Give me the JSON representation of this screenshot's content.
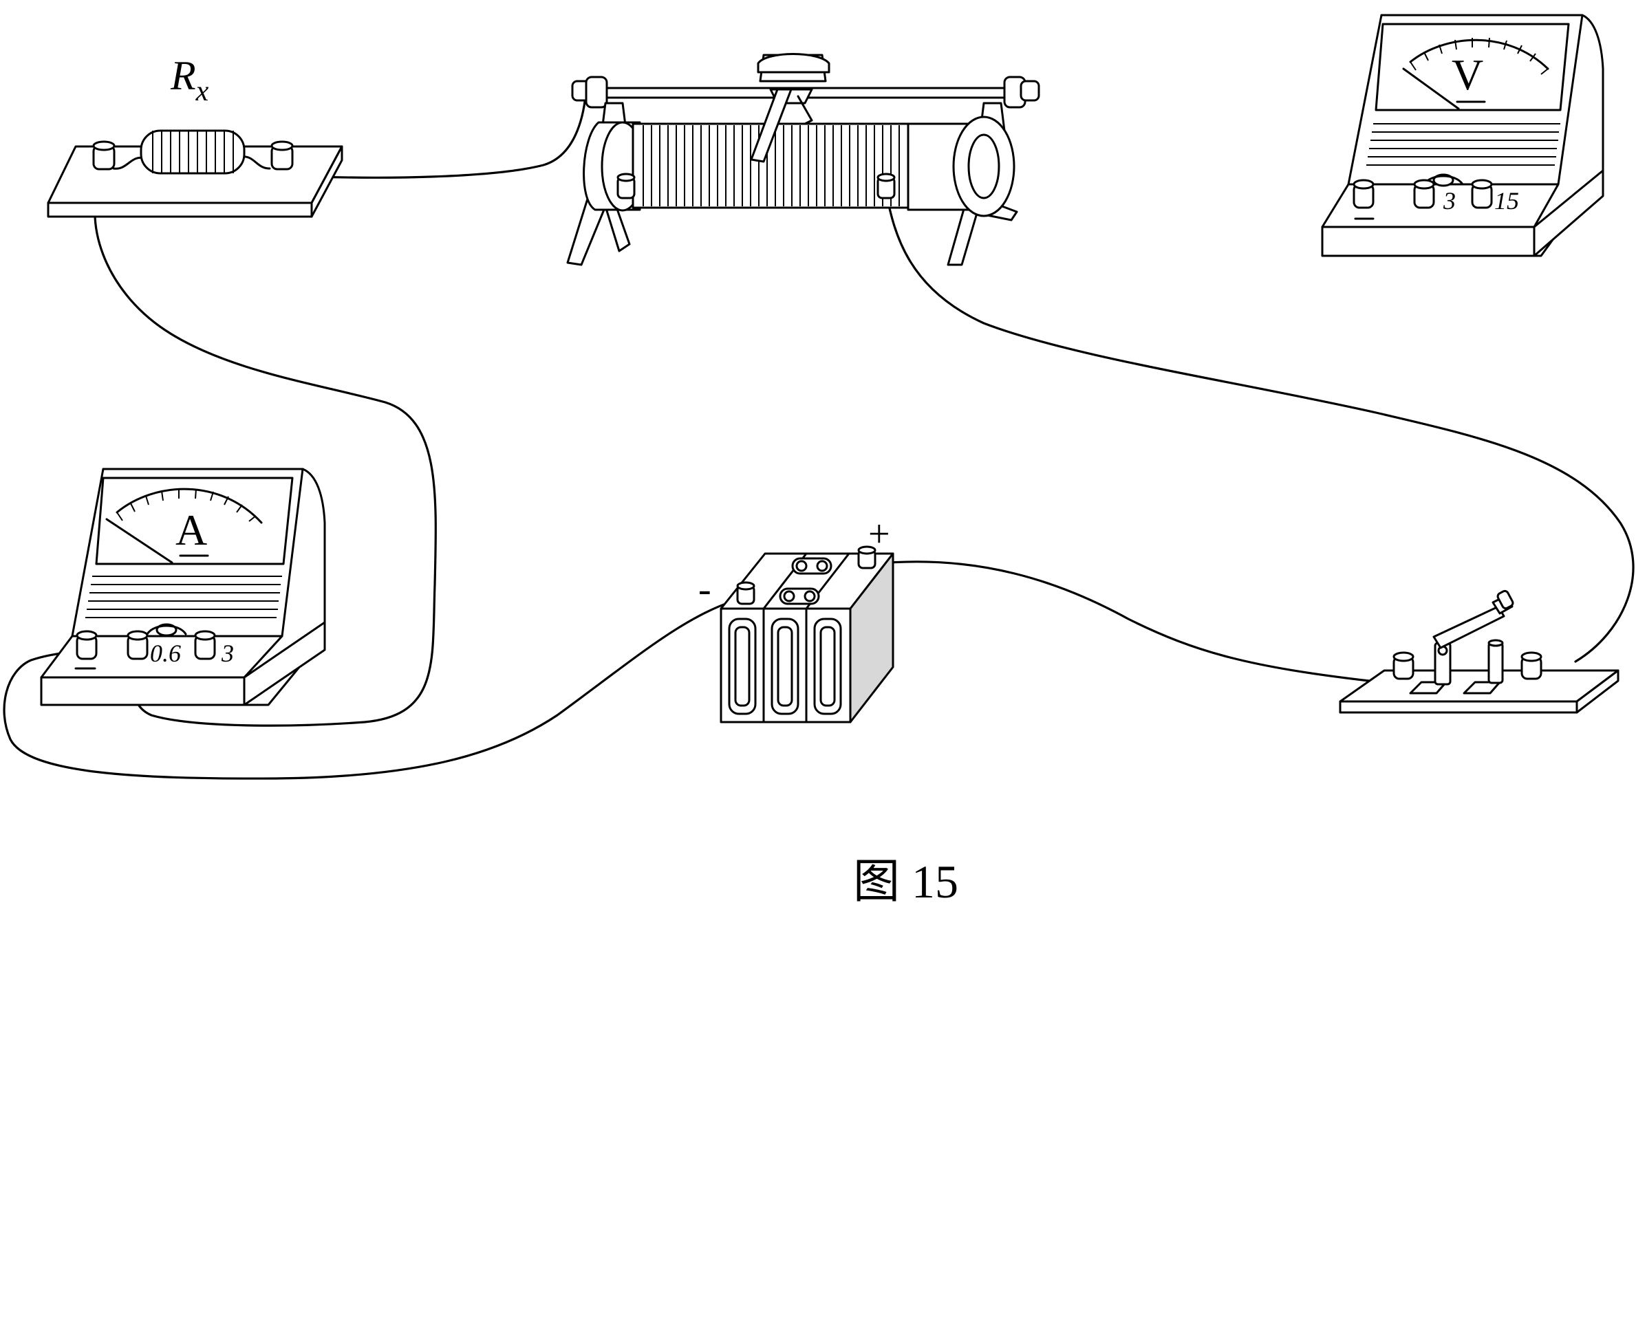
{
  "figure": {
    "caption": "图 15"
  },
  "resistor_rx": {
    "label_main": "R",
    "label_sub": "x"
  },
  "voltmeter": {
    "symbol": "V",
    "terminal_neg": "−",
    "terminal_3": "3",
    "terminal_15": "15"
  },
  "ammeter": {
    "symbol": "A",
    "terminal_neg": "−",
    "terminal_06": "0.6",
    "terminal_3": "3"
  },
  "battery": {
    "plus": "+",
    "minus": "-"
  },
  "colors": {
    "ink": "#000000",
    "paper": "#ffffff",
    "battery_side": "#d8d8d8"
  }
}
